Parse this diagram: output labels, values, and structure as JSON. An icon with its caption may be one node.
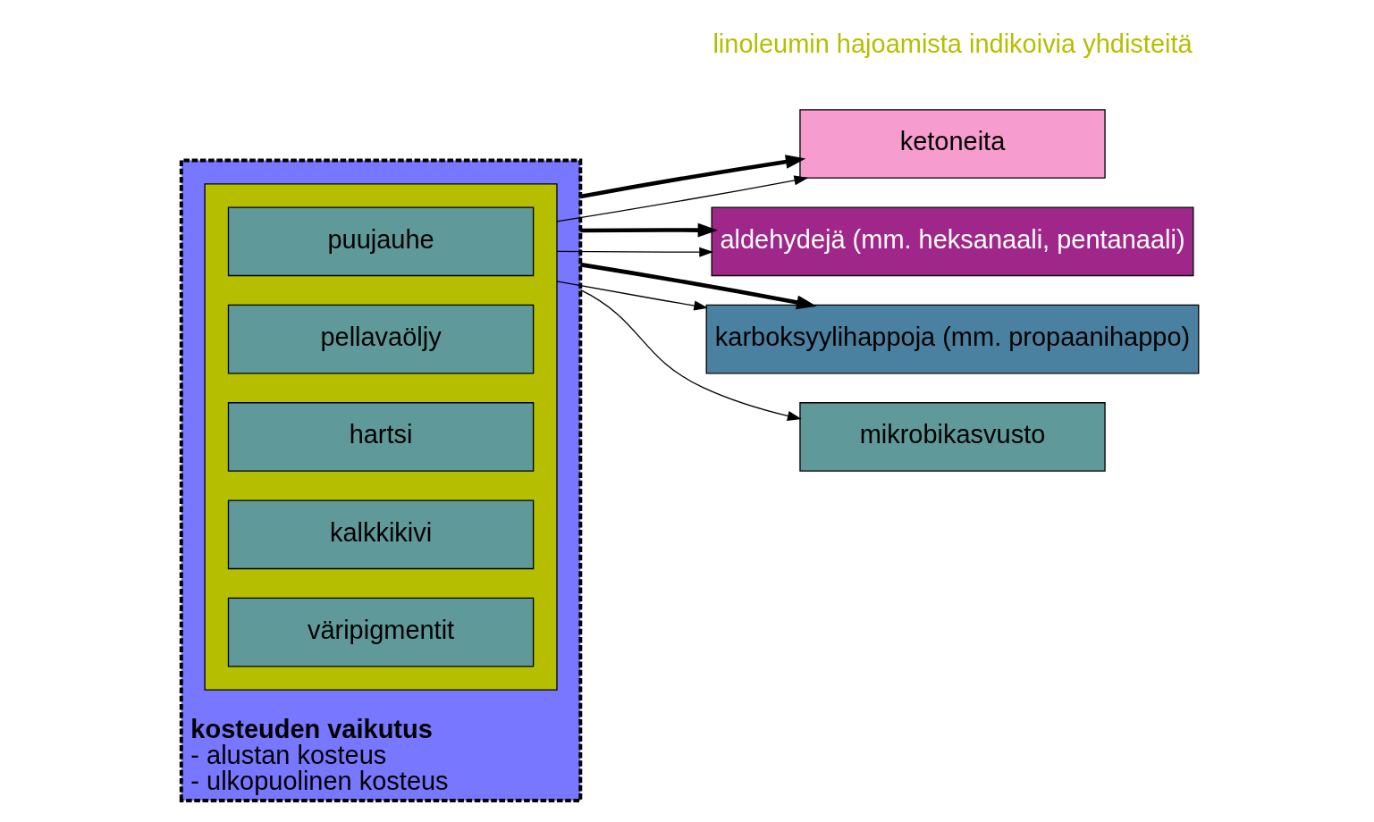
{
  "diagram": {
    "nodes": [
      {
        "text": [
          "kosteuden vaikutus",
          "- alustan kosteus",
          "- ulkopuolinen kosteus"
        ]
      },
      {
        "text": [],
        "shape": "box",
        "in": 0
      },
      {
        "text": [
          "puujauhe"
        ],
        "in": 1
      },
      {
        "text": [
          "pellavaöljy"
        ],
        "in": 1
      },
      {
        "text": [
          "hartsi"
        ],
        "in": 1
      },
      {
        "text": [
          "kalkkikivi"
        ],
        "in": 1
      },
      {
        "text": [
          "väripigmentit"
        ],
        "in": 1
      },
      {
        "text": [
          "ketoneita"
        ]
      },
      {
        "text": [
          "aldehydejä (mm. heksanaali, pentanaali)"
        ]
      },
      {
        "text": [
          "karboksyylihappoja (mm. propaanihappo)"
        ]
      },
      {
        "text": [
          "mikrobikasvusto"
        ]
      }
    ],
    "edges": [
      {
        "from": 1,
        "to": 7,
        "arrow": "to"
      },
      {
        "from": 1,
        "to": 8,
        "arrow": "to"
      },
      {
        "from": 1,
        "to": 9,
        "arrow": "to"
      },
      {
        "from": 0,
        "to": 7,
        "arrow": "to",
        "style": "thick"
      },
      {
        "from": 0,
        "to": 8,
        "arrow": "to",
        "style": "thick"
      },
      {
        "from": 0,
        "to": 9,
        "arrow": "to",
        "style": "thick"
      },
      {
        "from": 0,
        "to": 10,
        "arrow": "to"
      }
    ],
    "labels": [
      "linoleumin hajoamista indikoivia yhdisteitä"
    ]
  }
}
